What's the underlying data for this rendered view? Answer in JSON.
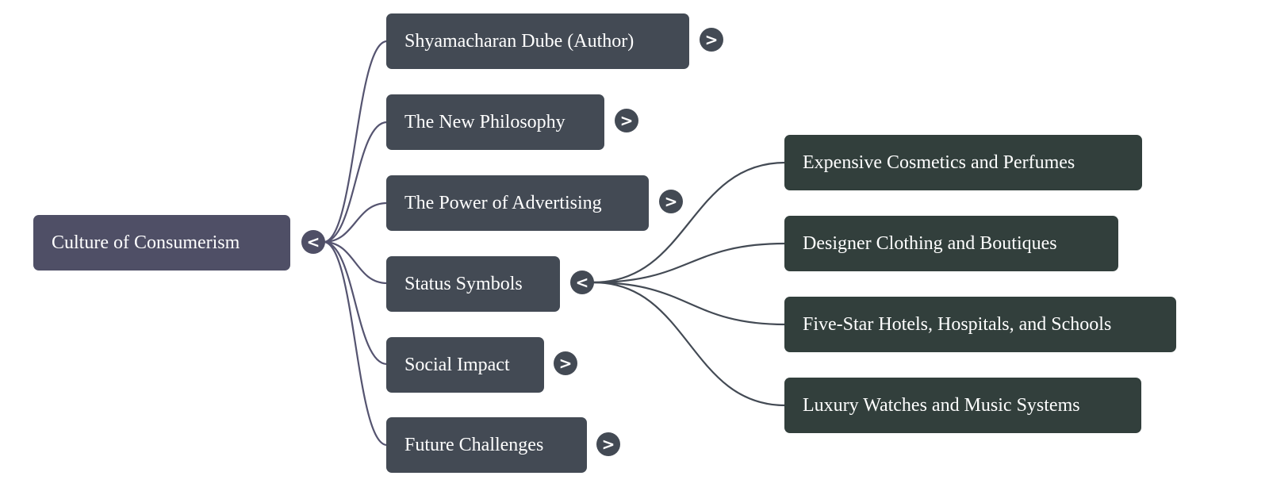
{
  "root": {
    "label": "Culture of Consumerism",
    "toggle": "<"
  },
  "children": [
    {
      "label": "Shyamacharan Dube (Author)",
      "toggle": ">"
    },
    {
      "label": "The New Philosophy",
      "toggle": ">"
    },
    {
      "label": "The Power of Advertising",
      "toggle": ">"
    },
    {
      "label": "Status Symbols",
      "toggle": "<"
    },
    {
      "label": "Social Impact",
      "toggle": ">"
    },
    {
      "label": "Future Challenges",
      "toggle": ">"
    }
  ],
  "status_symbols_children": [
    {
      "label": "Expensive Cosmetics and Perfumes"
    },
    {
      "label": "Designer Clothing and Boutiques"
    },
    {
      "label": "Five-Star Hotels, Hospitals, and Schools"
    },
    {
      "label": "Luxury Watches and Music Systems"
    }
  ],
  "colors": {
    "root": "#4f4f66",
    "level1": "#434a54",
    "level2": "#323f3c",
    "root_links": "#555470",
    "level1_links": "#434a54"
  }
}
